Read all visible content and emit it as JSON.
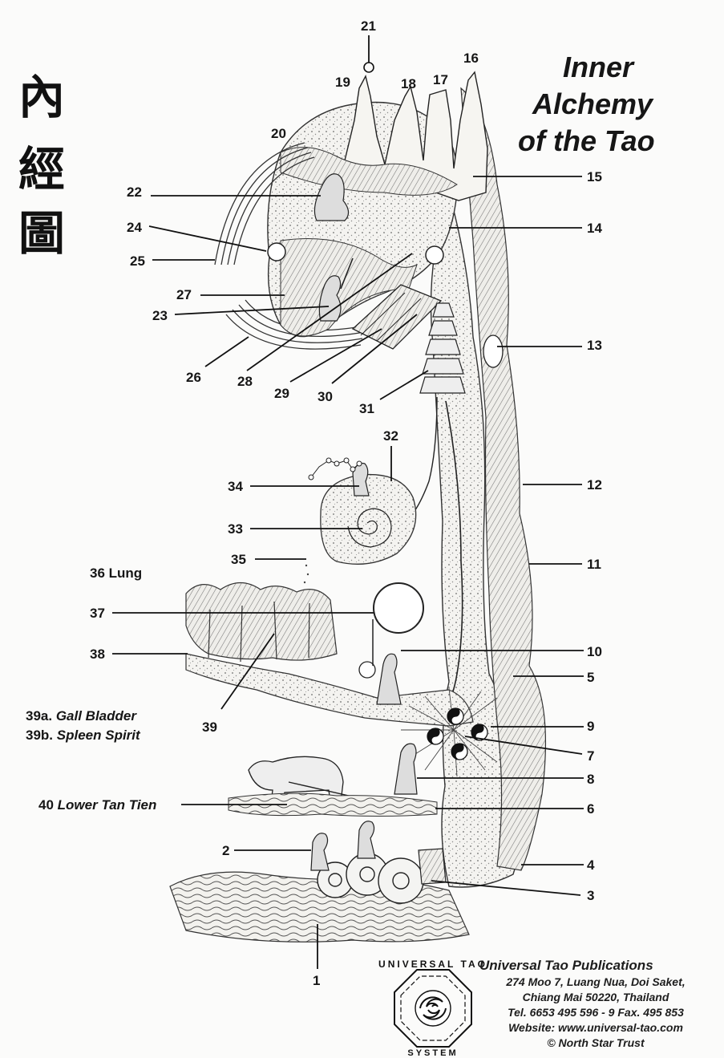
{
  "title": {
    "line1": "Inner",
    "line2": "Alchemy",
    "line3": "of  the Tao"
  },
  "cjk_title": [
    "內",
    "經",
    "圖"
  ],
  "labels": {
    "n1": "1",
    "n2": "2",
    "n3": "3",
    "n4": "4",
    "n5": "5",
    "n6": "6",
    "n7": "7",
    "n8": "8",
    "n9": "9",
    "n10": "10",
    "n11": "11",
    "n12": "12",
    "n13": "13",
    "n14": "14",
    "n15": "15",
    "n16": "16",
    "n17": "17",
    "n18": "18",
    "n19": "19",
    "n20": "20",
    "n21": "21",
    "n22": "22",
    "n23": "23",
    "n24": "24",
    "n25": "25",
    "n26": "26",
    "n27": "27",
    "n28": "28",
    "n29": "29",
    "n30": "30",
    "n31": "31",
    "n32": "32",
    "n33": "33",
    "n34": "34",
    "n35": "35",
    "n37": "37",
    "n38": "38",
    "n39": "39"
  },
  "named_labels": {
    "lung_num": "36",
    "lung_text": "Lung",
    "gall_num": "39a.",
    "gall_text": "Gall Bladder",
    "spleen_num": "39b.",
    "spleen_text": "Spleen Spirit",
    "tan_num": "40",
    "tan_text": "Lower Tan Tien"
  },
  "logo": {
    "top_text": "UNIVERSAL TAO",
    "bottom_text": "SYSTEM"
  },
  "publisher": {
    "name": "Universal Tao Publications",
    "address1": "274 Moo 7, Luang Nua, Doi Saket,",
    "address2": "Chiang Mai 50220, Thailand",
    "phone": "Tel. 6653 495 596 - 9 Fax. 495 853",
    "website": "Website: www.universal-tao.com",
    "copyright": "©  North Star Trust"
  },
  "colors": {
    "ink": "#161616",
    "paper": "#fbfbfa"
  }
}
